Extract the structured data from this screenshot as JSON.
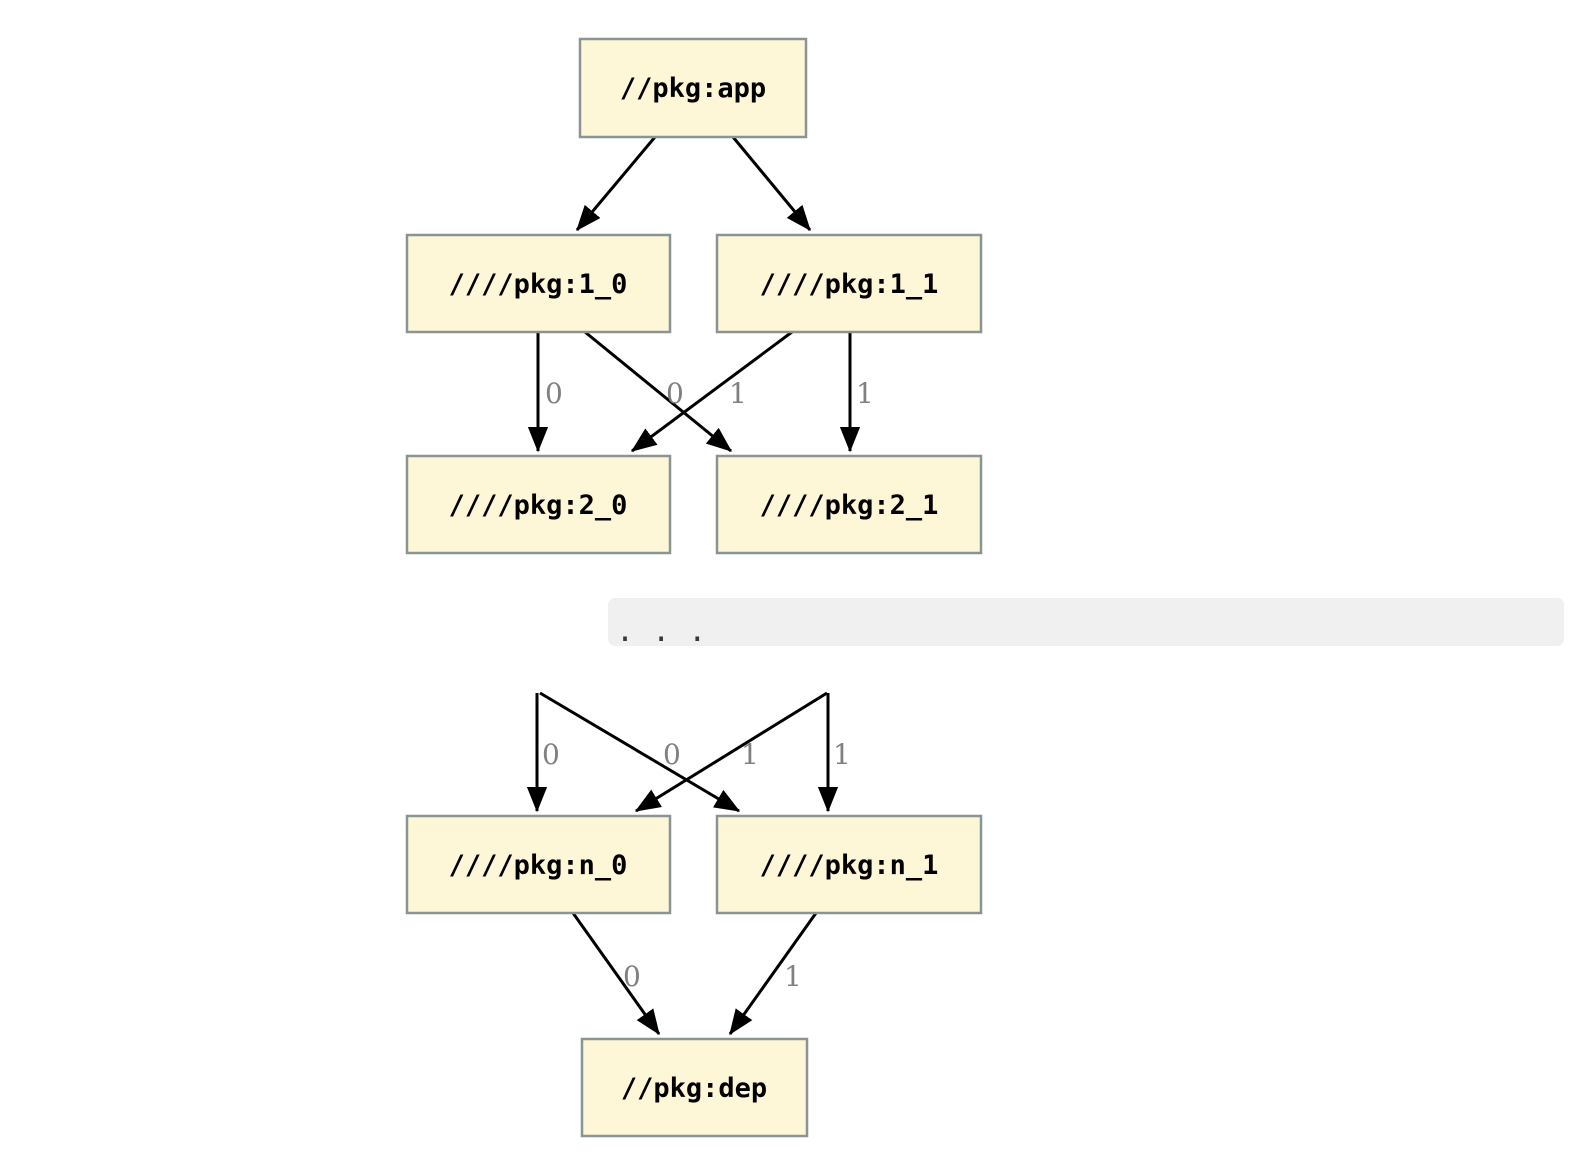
{
  "diagram": {
    "type": "dependency-graph",
    "direction": "top-down",
    "nodes": {
      "app": {
        "label": "//pkg:app"
      },
      "l1_0": {
        "label": "////pkg:1_0"
      },
      "l1_1": {
        "label": "////pkg:1_1"
      },
      "l2_0": {
        "label": "////pkg:2_0"
      },
      "l2_1": {
        "label": "////pkg:2_1"
      },
      "ln_0": {
        "label": "////pkg:n_0"
      },
      "ln_1": {
        "label": "////pkg:n_1"
      },
      "dep": {
        "label": "//pkg:dep"
      }
    },
    "ellipsis": {
      "text": ". . ."
    },
    "edges": [
      {
        "from": "//pkg:app",
        "to": "////pkg:1_0"
      },
      {
        "from": "//pkg:app",
        "to": "////pkg:1_1"
      },
      {
        "from": "////pkg:1_0",
        "to": "////pkg:2_0",
        "label": "0"
      },
      {
        "from": "////pkg:1_1",
        "to": "////pkg:2_0",
        "label": "0"
      },
      {
        "from": "////pkg:1_0",
        "to": "////pkg:2_1",
        "label": "1"
      },
      {
        "from": "////pkg:1_1",
        "to": "////pkg:2_1",
        "label": "1"
      },
      {
        "from": "…",
        "to": "////pkg:n_0",
        "label": "0"
      },
      {
        "from": "…",
        "to": "////pkg:n_0",
        "label": "0"
      },
      {
        "from": "…",
        "to": "////pkg:n_1",
        "label": "1"
      },
      {
        "from": "…",
        "to": "////pkg:n_1",
        "label": "1"
      },
      {
        "from": "////pkg:n_0",
        "to": "//pkg:dep",
        "label": "0"
      },
      {
        "from": "////pkg:n_1",
        "to": "//pkg:dep",
        "label": "1"
      }
    ],
    "colors": {
      "node_fill": "#FDF6D7",
      "node_border": "#8B9494",
      "node_text": "#000000",
      "edge": "#000000",
      "edge_label": "#808080",
      "ellipsis_background": "#F0F0F0",
      "ellipsis_text_color": "#3A3A3A"
    }
  }
}
